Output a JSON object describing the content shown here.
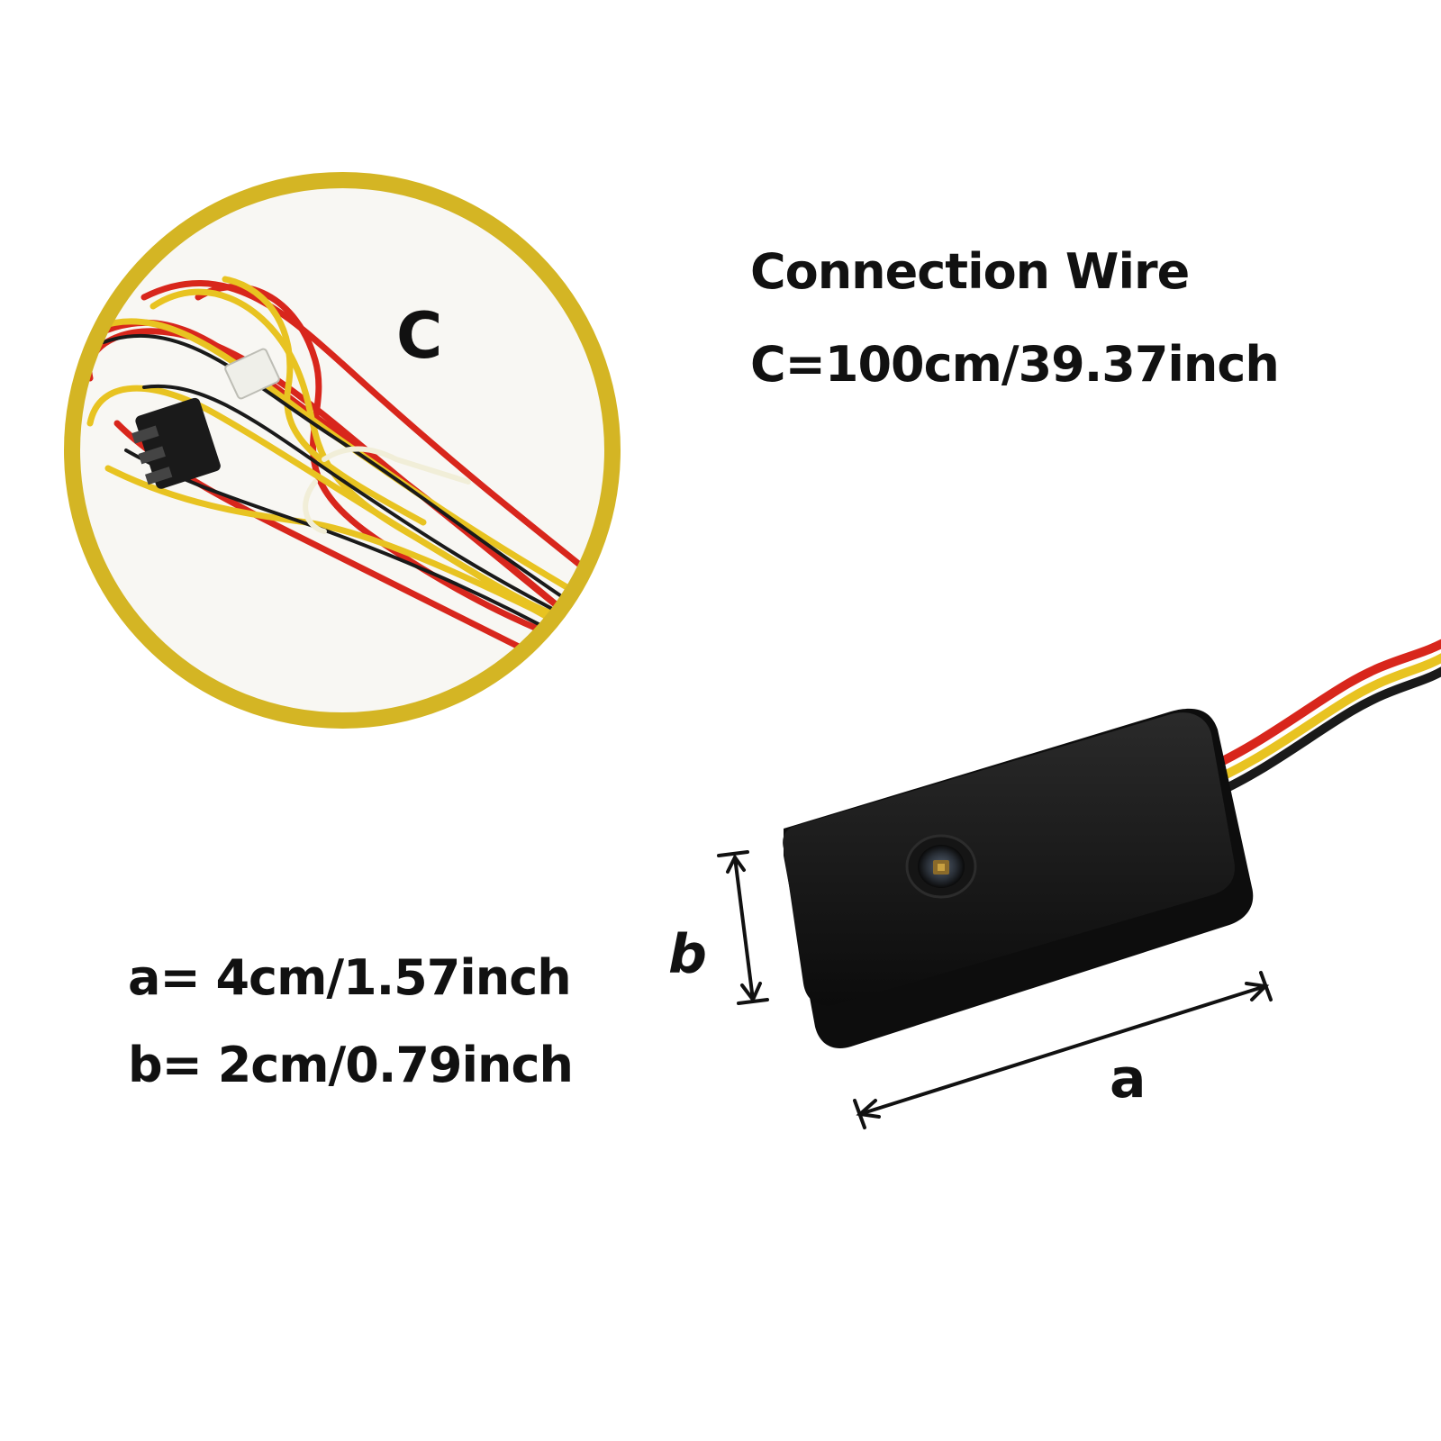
{
  "wire_section": {
    "title": "Connection Wire",
    "spec": "C=100cm/39.37inch",
    "circle_label": "C"
  },
  "dimensions": {
    "a_label": "a",
    "b_label": "b",
    "a_spec": "a= 4cm/1.57inch",
    "b_spec": "b= 2cm/0.79inch"
  },
  "colors": {
    "ring": "#d4b524",
    "wire_red": "#d8261c",
    "wire_yellow": "#e8c321",
    "wire_black": "#1a1a1a",
    "device_body": "#111111"
  }
}
